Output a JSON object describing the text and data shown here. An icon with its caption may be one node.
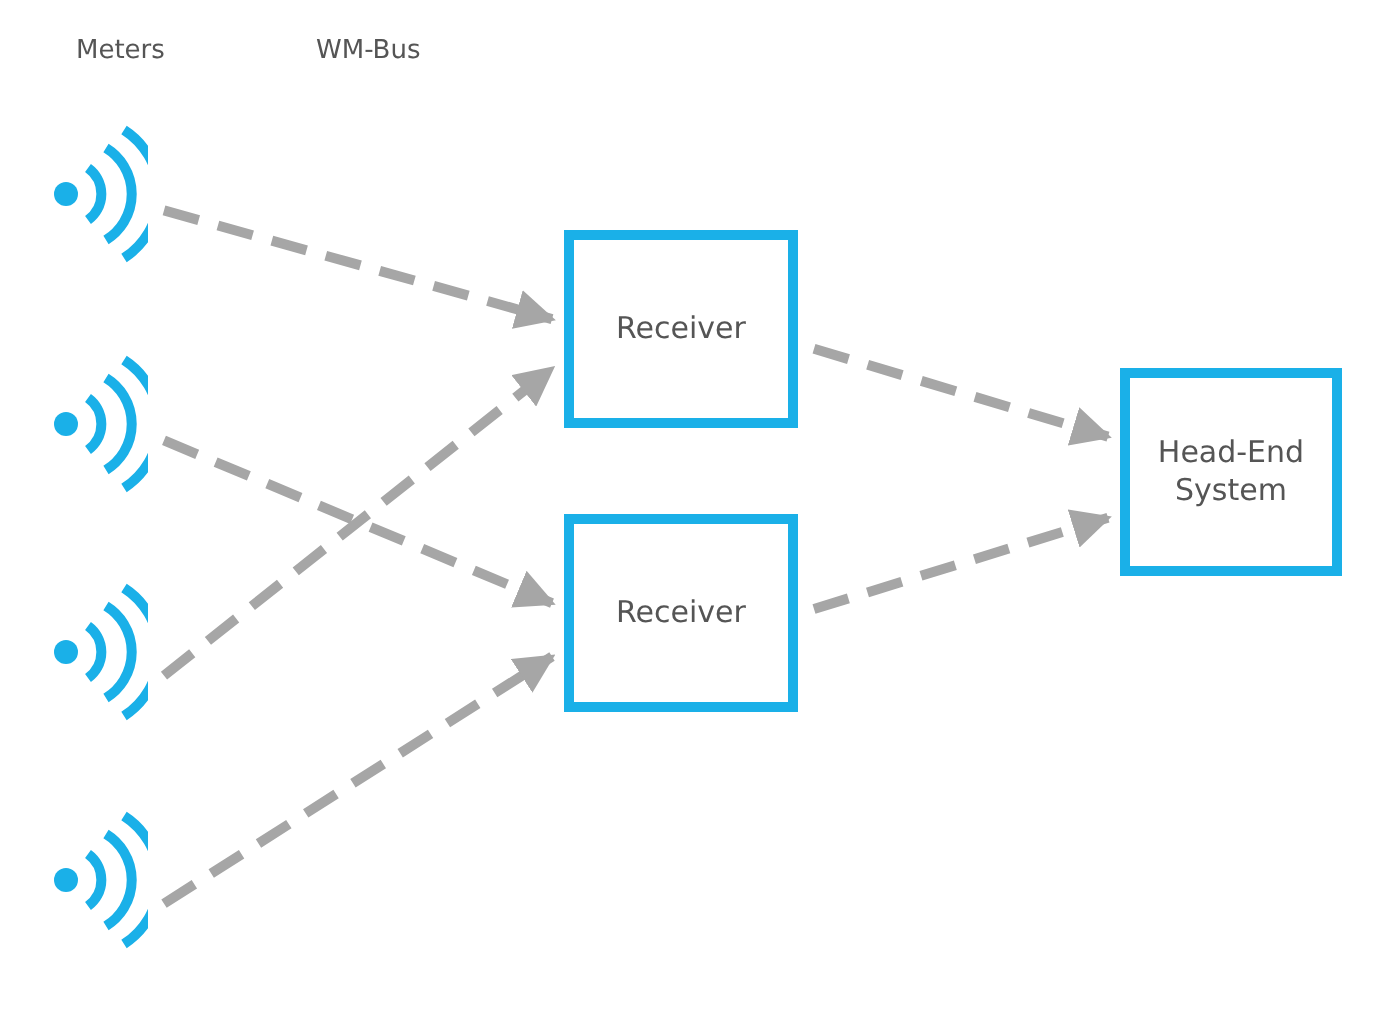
{
  "diagram": {
    "nodes": [
      {
        "text": [],
        "shape": "picture"
      },
      {
        "text": [],
        "shape": "picture"
      },
      {
        "text": [],
        "shape": "picture"
      },
      {
        "text": [],
        "shape": "picture"
      },
      {
        "text": [
          "Receiver"
        ]
      },
      {
        "text": [
          "Receiver"
        ]
      },
      {
        "text": [
          "Head-End System"
        ]
      }
    ],
    "edges": [
      {
        "from": 0,
        "to": 4,
        "arrow": "to",
        "style": "dashed"
      },
      {
        "from": 1,
        "to": 5,
        "arrow": "to",
        "style": "dashed"
      },
      {
        "from": 2,
        "to": 4,
        "arrow": "to",
        "style": "dashed"
      },
      {
        "from": 3,
        "to": 5,
        "arrow": "to",
        "style": "dashed"
      },
      {
        "from": 4,
        "to": 6,
        "arrow": "to",
        "style": "dashed"
      },
      {
        "from": 5,
        "to": 6,
        "arrow": "to",
        "style": "dashed"
      }
    ],
    "labels": [
      "Meters",
      "WM-Bus"
    ]
  }
}
